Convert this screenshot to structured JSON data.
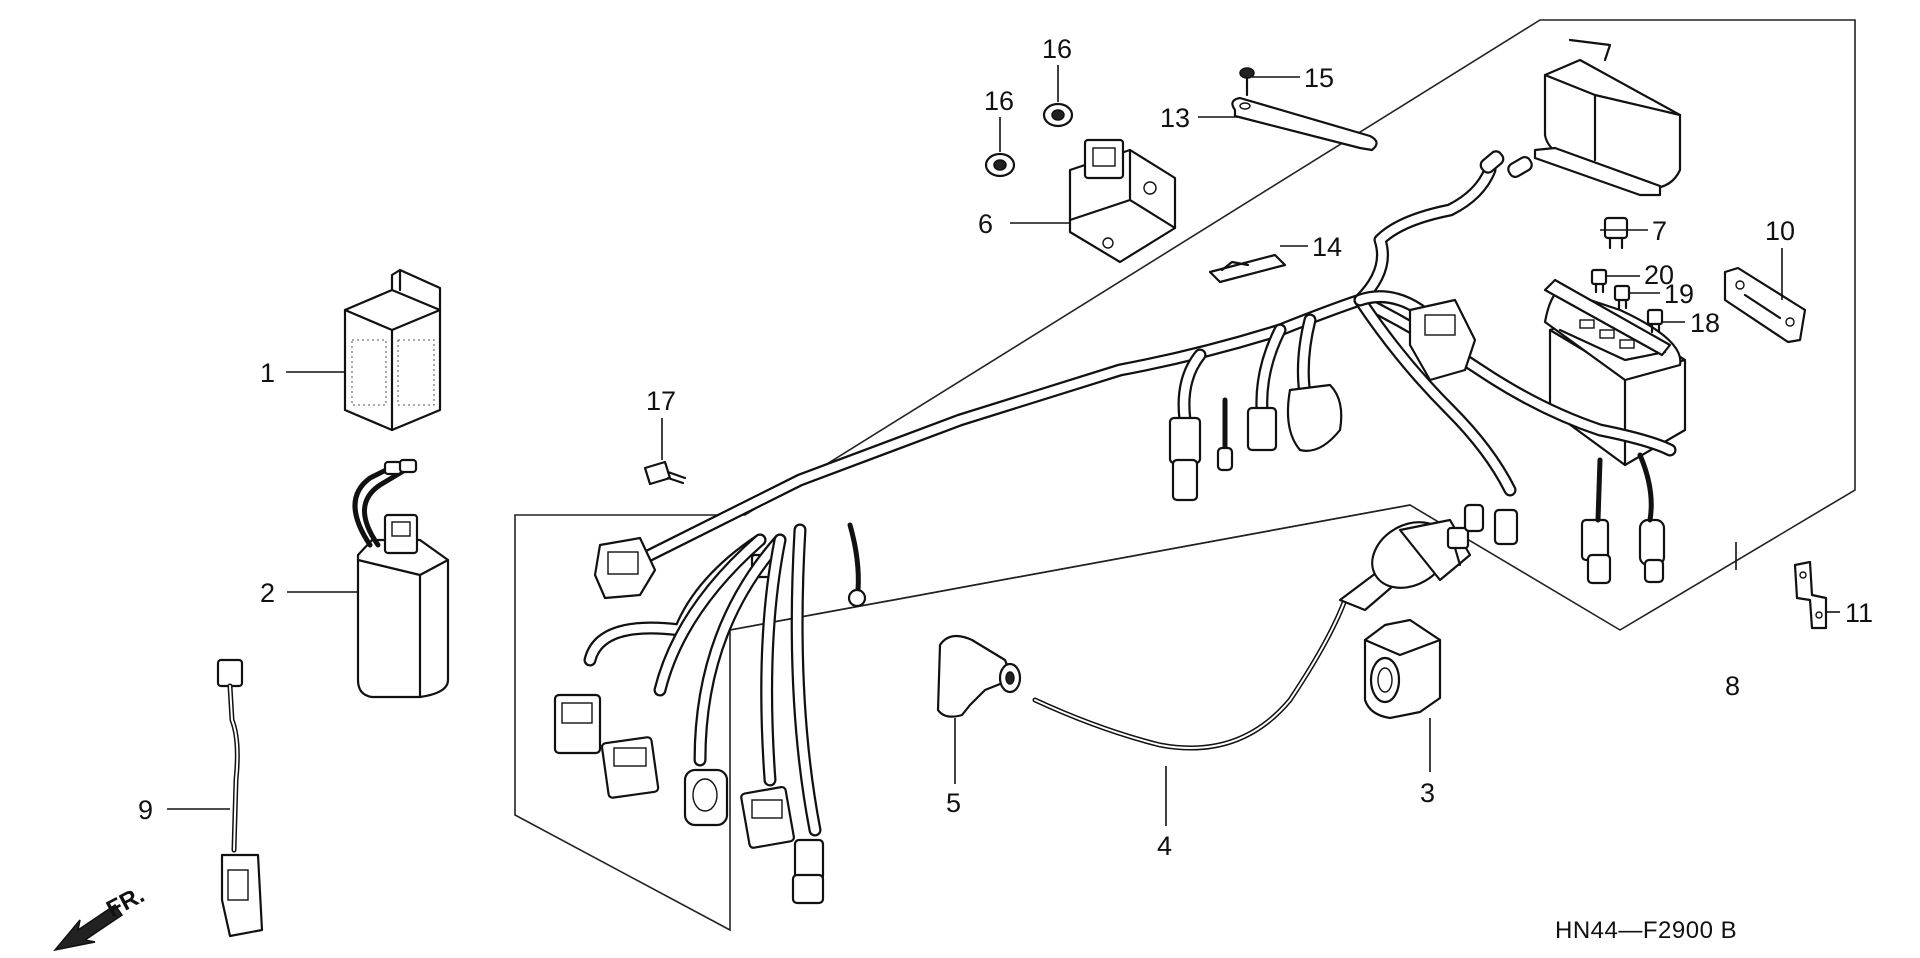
{
  "diagram": {
    "part_code": "HN44—F2900 B",
    "front_label": "FR.",
    "callouts": {
      "c1": "1",
      "c2": "2",
      "c3": "3",
      "c4": "4",
      "c5": "5",
      "c6": "6",
      "c7": "7",
      "c8": "8",
      "c9": "9",
      "c10": "10",
      "c11": "11",
      "c13": "13",
      "c14": "14",
      "c15": "15",
      "c16a": "16",
      "c16b": "16",
      "c17": "17",
      "c18": "18",
      "c19": "19",
      "c20": "20"
    }
  }
}
